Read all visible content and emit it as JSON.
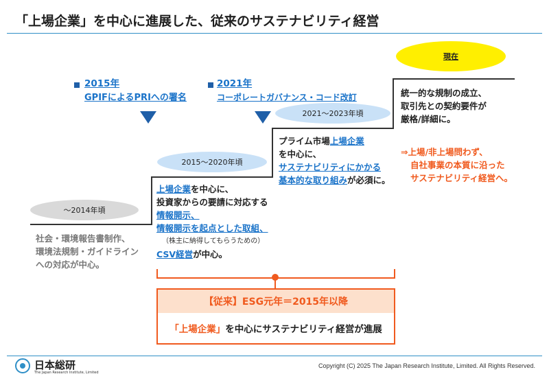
{
  "title": "「上場企業」を中心に進展した、従来のサステナビリティ経営",
  "milestones": {
    "m2015": {
      "year": "2015年",
      "desc": "GPIFによるPRIへの署名"
    },
    "m2021": {
      "year": "2021年",
      "desc": "コーポレートガバナンス・コード改訂"
    }
  },
  "periods": {
    "p1": {
      "label": "～2014年頃",
      "lines": [
        "社会・環境報告書制作、",
        "環境法規制・ガイドライン",
        "への対応が中心。"
      ]
    },
    "p2": {
      "label": "2015～2020年頃",
      "line1_a": "上場企業",
      "line1_b": "を中心に、",
      "line2": "投資家からの要請に対応する",
      "line3": "情報開示、",
      "line4": "情報開示を起点とした取組、",
      "note": "（株主に納得してもらうための）",
      "line5_a": "CSV経営",
      "line5_b": "が中心。"
    },
    "p3": {
      "label": "2021～2023年頃",
      "line1_a": "プライム市場",
      "line1_b": "上場企業",
      "line2": "を中心に、",
      "line3": "サステナビリティにかかる",
      "line4_a": "基本的な取り組み",
      "line4_b": "が必須に。"
    },
    "p4": {
      "label": "現在",
      "lines": [
        "統一的な規制の成立、",
        "取引先との契約要件が",
        "厳格/詳細に。"
      ],
      "orange_lines": [
        "⇒上場/非上場問わず、",
        "自社事業の本質に沿った",
        "サステナビリティ経営へ。"
      ]
    }
  },
  "summary": {
    "header": "【従来】ESG元年＝2015年以降",
    "body_a": "「上場企業」",
    "body_b": "を中心にサステナビリティ経営が進展"
  },
  "footer": {
    "logo_text": "日本総研",
    "logo_sub": "The Japan Research Institute, Limited",
    "copyright": "Copyright (C) 2025 The Japan Research Institute, Limited. All Rights Reserved."
  },
  "colors": {
    "accent_blue": "#1a73c9",
    "orange": "#f05a1e",
    "yellow": "#ffef00",
    "rule": "#2f8fc7"
  }
}
